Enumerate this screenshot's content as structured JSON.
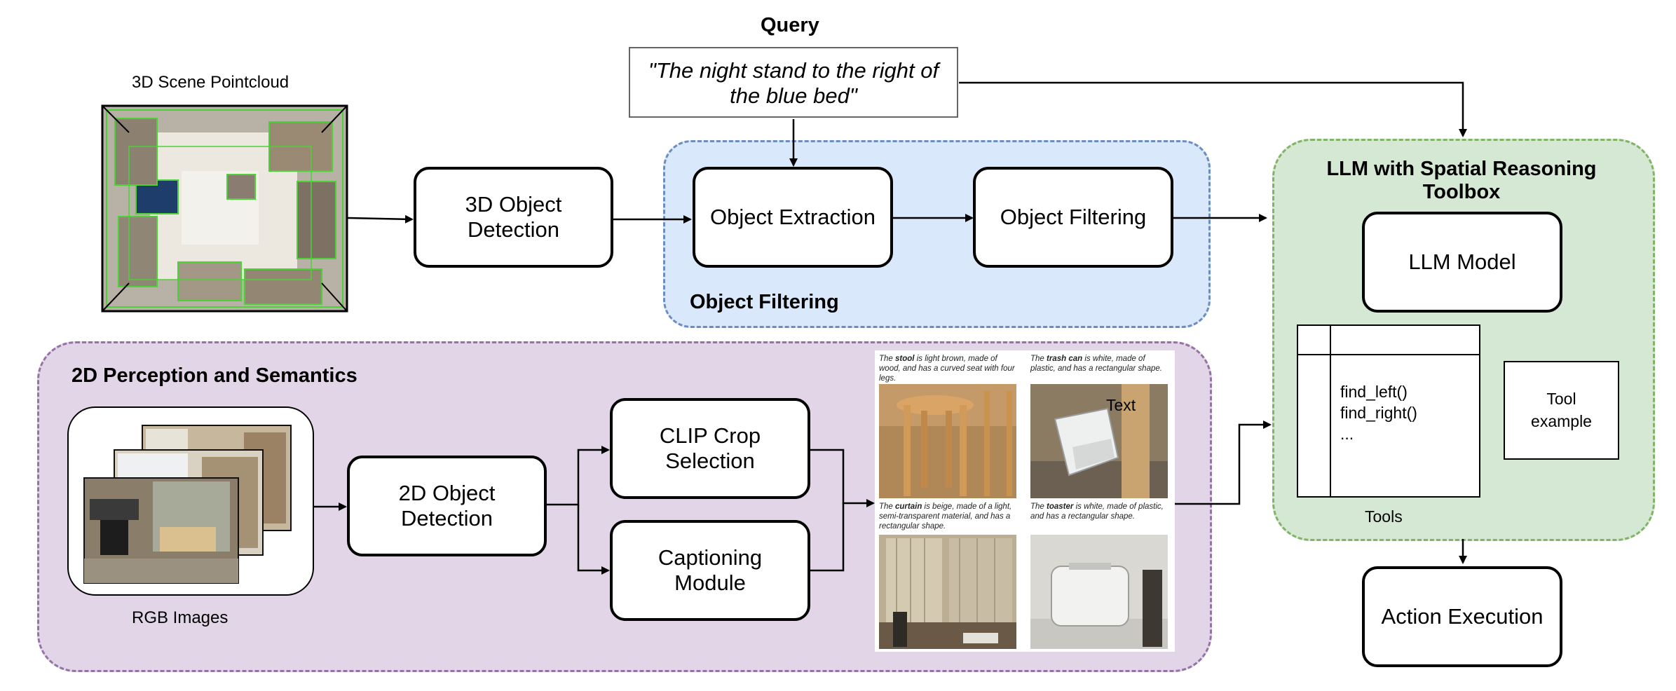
{
  "query": {
    "title": "Query",
    "text_line1": "\"The night stand to the right of",
    "text_line2": "the blue bed\""
  },
  "scene": {
    "title": "3D Scene Pointcloud"
  },
  "nodes": {
    "object_detection_3d": "3D Object Detection",
    "object_extraction": "Object Extraction",
    "object_filtering": "Object Filtering",
    "object_detection_2d": "2D Object Detection",
    "clip_crop_selection": "CLIP Crop Selection",
    "captioning_module": "Captioning Module",
    "llm_model": "LLM Model",
    "action_execution": "Action Execution"
  },
  "regions": {
    "object_filtering_group": "Object Filtering",
    "perception_group": "2D Perception and Semantics",
    "llm_group_line1": "LLM with Spatial Reasoning",
    "llm_group_line2": "Toolbox"
  },
  "rgb": {
    "title": "RGB Images"
  },
  "captions": [
    {
      "pre": "The ",
      "obj": "stool",
      "post": " is light brown, made of wood, and has a curved seat with four legs."
    },
    {
      "pre": "The ",
      "obj": "trash can",
      "post": " is white, made of plastic, and has a rectangular shape."
    },
    {
      "pre": "The ",
      "obj": "curtain",
      "post": " is beige, made of a light, semi-transparent material, and has a rectangular shape."
    },
    {
      "pre": "The ",
      "obj": "toaster",
      "post": " is white, made of plastic, and has a rectangular shape."
    }
  ],
  "photo_overlay_text": "Text",
  "tools": {
    "label": "Tools",
    "line1": "find_left()",
    "line2": "find_right()",
    "line3": "...",
    "example_line1": "Tool",
    "example_line2": "example"
  },
  "colors": {
    "object_filtering_fill": "#dae8fc",
    "object_filtering_border": "#6c8ebf",
    "perception_fill": "#e1d5e7",
    "perception_border": "#9673a6",
    "llm_fill": "#d5e8d4",
    "llm_border": "#82b366",
    "bbox_green": "#4cd137"
  }
}
